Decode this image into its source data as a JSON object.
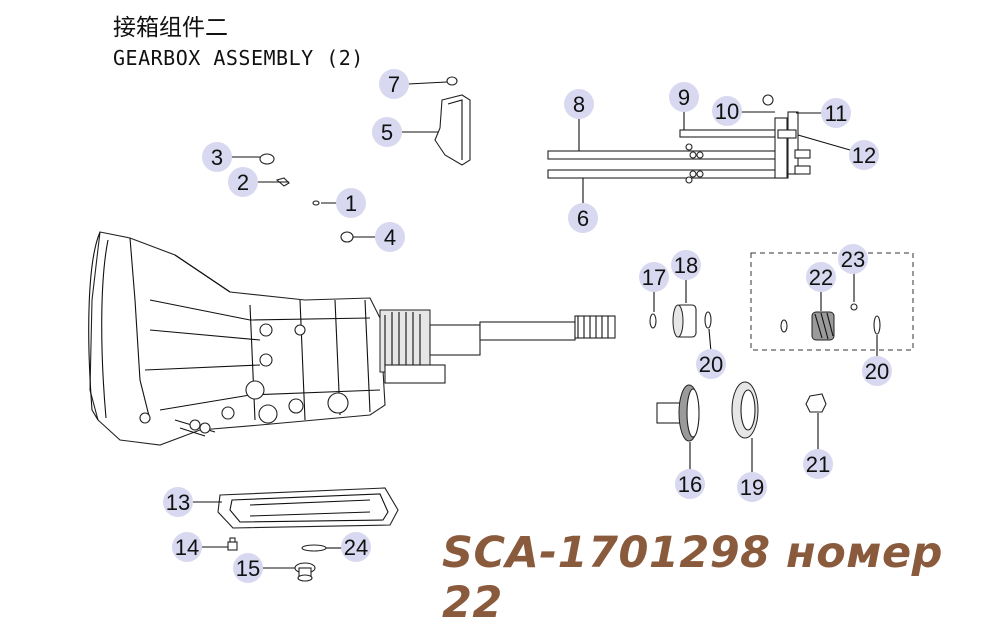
{
  "title_cn": "接箱组件二",
  "title_en": "GEARBOX ASSEMBLY (2)",
  "part_number_label": "SCA-1701298 номер 22",
  "callouts": [
    "1",
    "2",
    "3",
    "4",
    "5",
    "6",
    "7",
    "8",
    "9",
    "10",
    "11",
    "12",
    "13",
    "14",
    "15",
    "16",
    "17",
    "18",
    "19",
    "20",
    "20",
    "21",
    "22",
    "23",
    "24"
  ],
  "colors": {
    "callout_fill": "#d8d8f0",
    "part_number_color": "#8a5a3c"
  }
}
